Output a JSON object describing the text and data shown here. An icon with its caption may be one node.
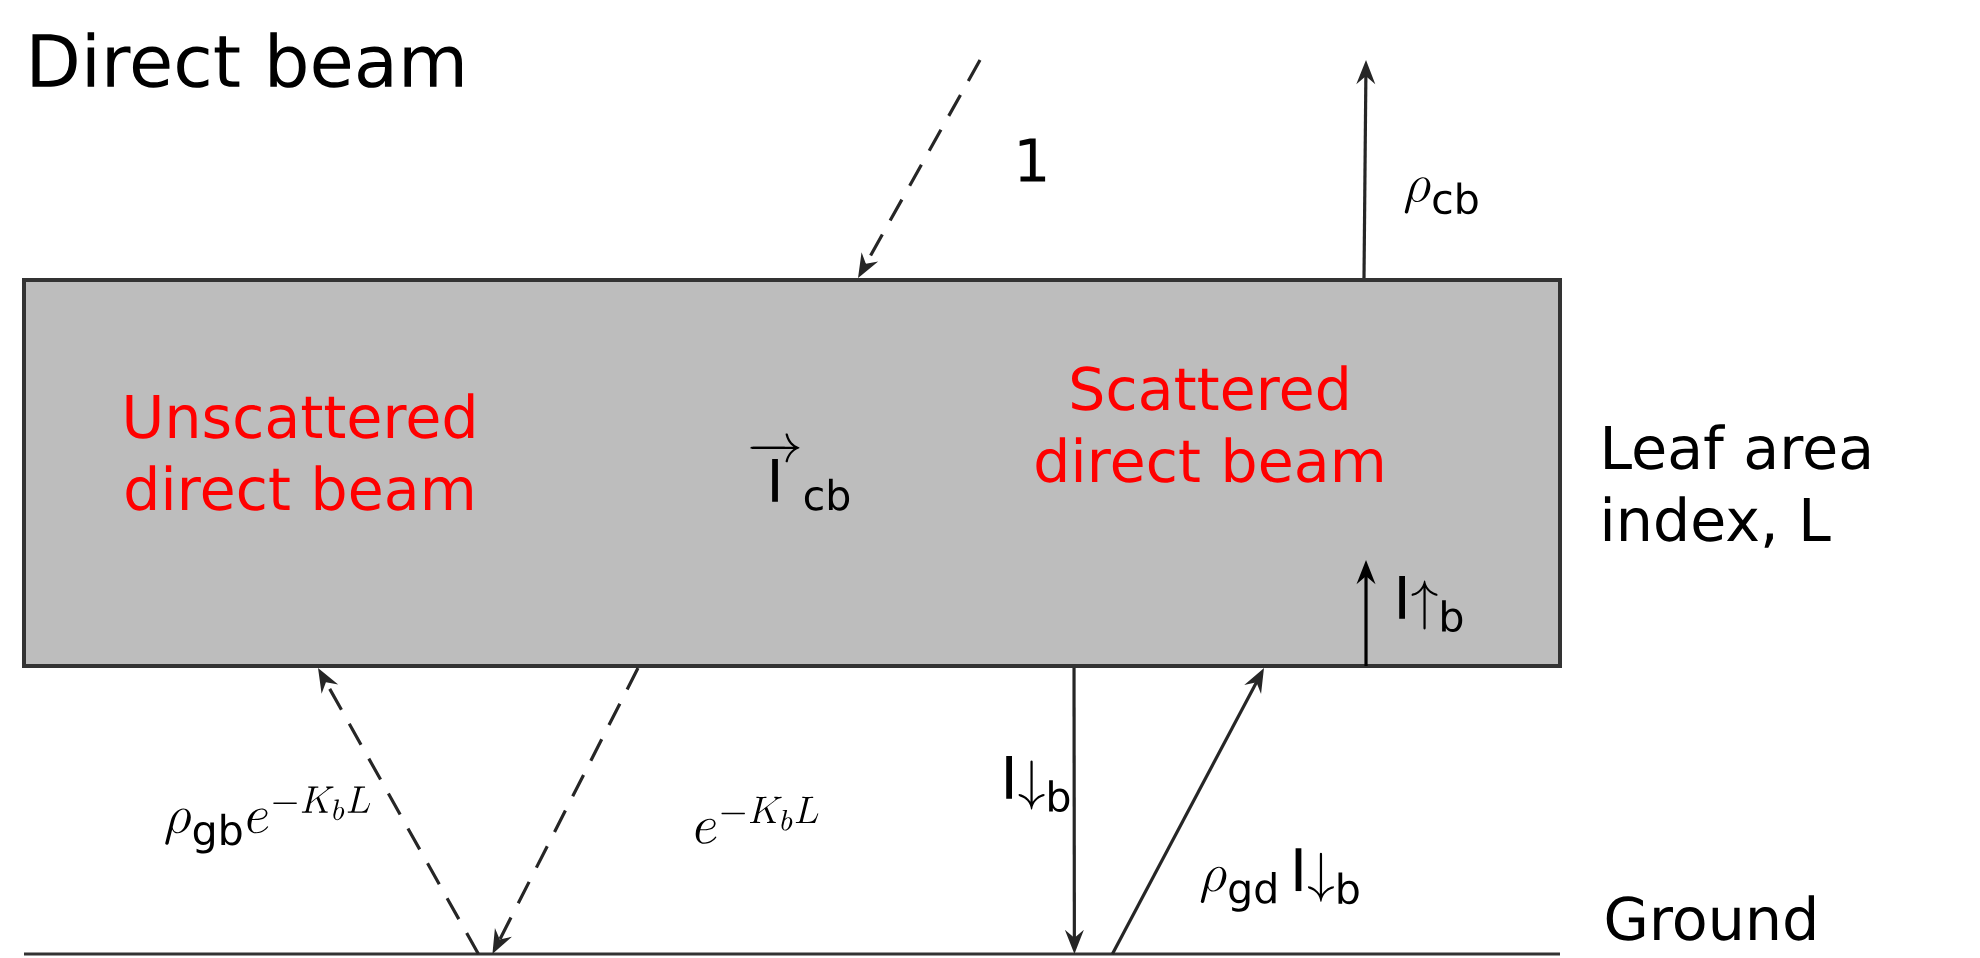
{
  "diagram": {
    "nodes": [
      {
        "text": [
          "Unscattered direct beam",
          "\\overrightarrow{\\mathrm{I}}_{\\mathrm{cb}}",
          "Scattered direct beam"
        ],
        "beside": [
          "Leaf area index, L"
        ]
      },
      {
        "text": [],
        "shape": "line",
        "beside": [
          "Ground"
        ]
      }
    ],
    "edges": [
      {
        "from": null,
        "to": 0,
        "arrow": "to",
        "style": "dashed",
        "label": "1"
      },
      {
        "from": 0,
        "to": null,
        "arrow": "to",
        "label": "\\rho_{\\mathrm{cb}}"
      },
      {
        "from": 1,
        "to": 0,
        "arrow": "to",
        "style": "dashed",
        "label": "\\rho_{\\mathrm{gb}}e^{-K_{b}L}"
      },
      {
        "from": 0,
        "to": 1,
        "arrow": "to",
        "style": "dashed",
        "label": "e^{-K_{b}L}"
      },
      {
        "from": 0,
        "to": 1,
        "arrow": "to",
        "label": "\\mathrm{I}{\\downarrow}_{\\mathrm{b}}"
      },
      {
        "from": 1,
        "to": 0,
        "arrow": "to",
        "label": "\\rho_{\\mathrm{gd}}\\,\\mathrm{I}{\\downarrow}_{\\mathrm{b}}"
      }
    ],
    "labels": [
      "Direct beam",
      "\\mathrm{I}{\\uparrow}_{\\mathrm{b}}"
    ]
  }
}
